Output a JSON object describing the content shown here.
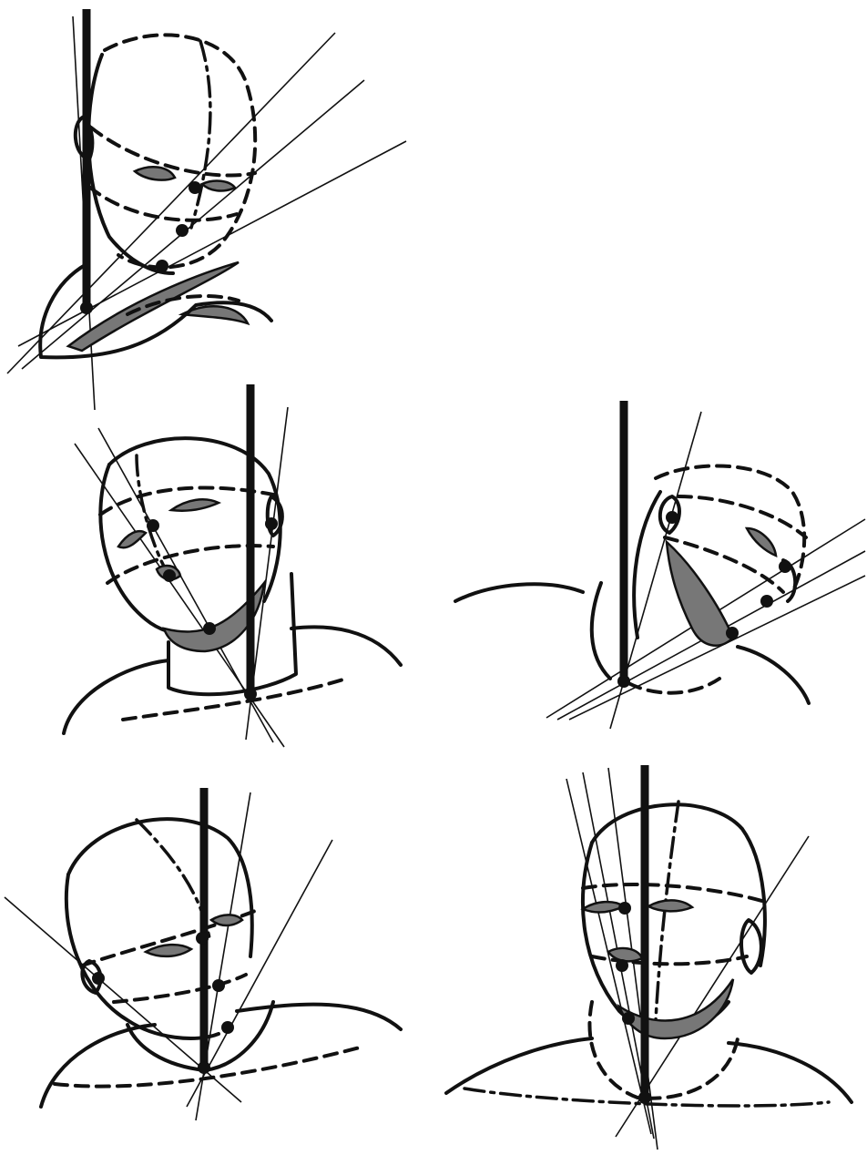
{
  "figure": {
    "panels": [
      {
        "id": "head-tilted-down"
      },
      {
        "id": "head-tilted-left"
      },
      {
        "id": "head-turned-away-right"
      },
      {
        "id": "head-tilted-left-lower"
      },
      {
        "id": "head-front-slight-tilt"
      }
    ],
    "colors": {
      "ink": "#111111",
      "shade": "#777777",
      "paper": "#ffffff"
    }
  }
}
